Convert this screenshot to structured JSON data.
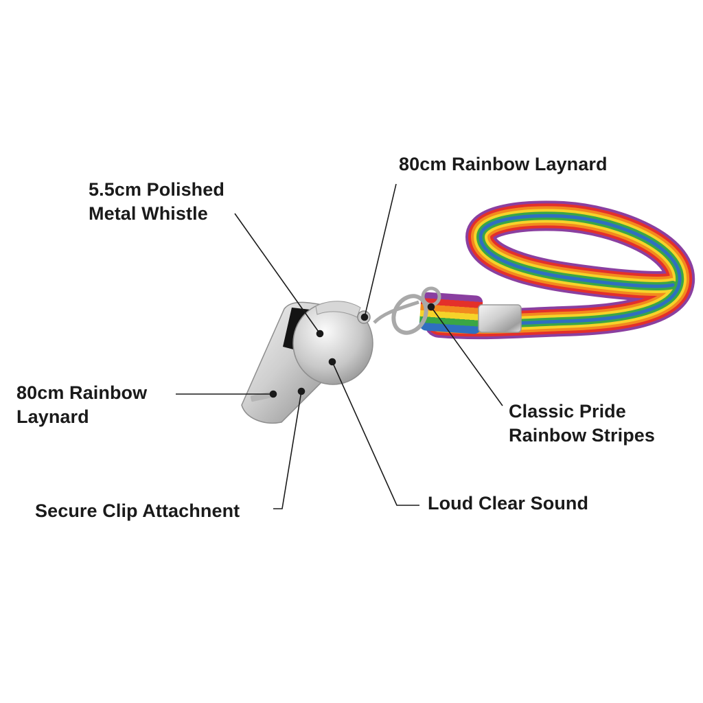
{
  "callouts": {
    "lanyard_top": {
      "line1": "80cm Rainbow Laynard"
    },
    "whistle": {
      "line1": "5.5cm Polished",
      "line2": "Metal Whistle"
    },
    "lanyard_left": {
      "line1": "80cm Rainbow",
      "line2": "Laynard"
    },
    "stripes": {
      "line1": "Classic Pride",
      "line2": "Rainbow Stripes"
    },
    "sound": {
      "line1": "Loud Clear Sound"
    },
    "clip": {
      "line1": "Secure Clip Attachnent"
    }
  },
  "colors": {
    "label_text": "#1a1a1a",
    "leader_line": "#1a1a1a",
    "rainbow": [
      "#e4302a",
      "#f28a1e",
      "#f6d32a",
      "#3aa645",
      "#2f6fc0",
      "#8a3fa0"
    ],
    "metal": "#c9c9c9"
  }
}
